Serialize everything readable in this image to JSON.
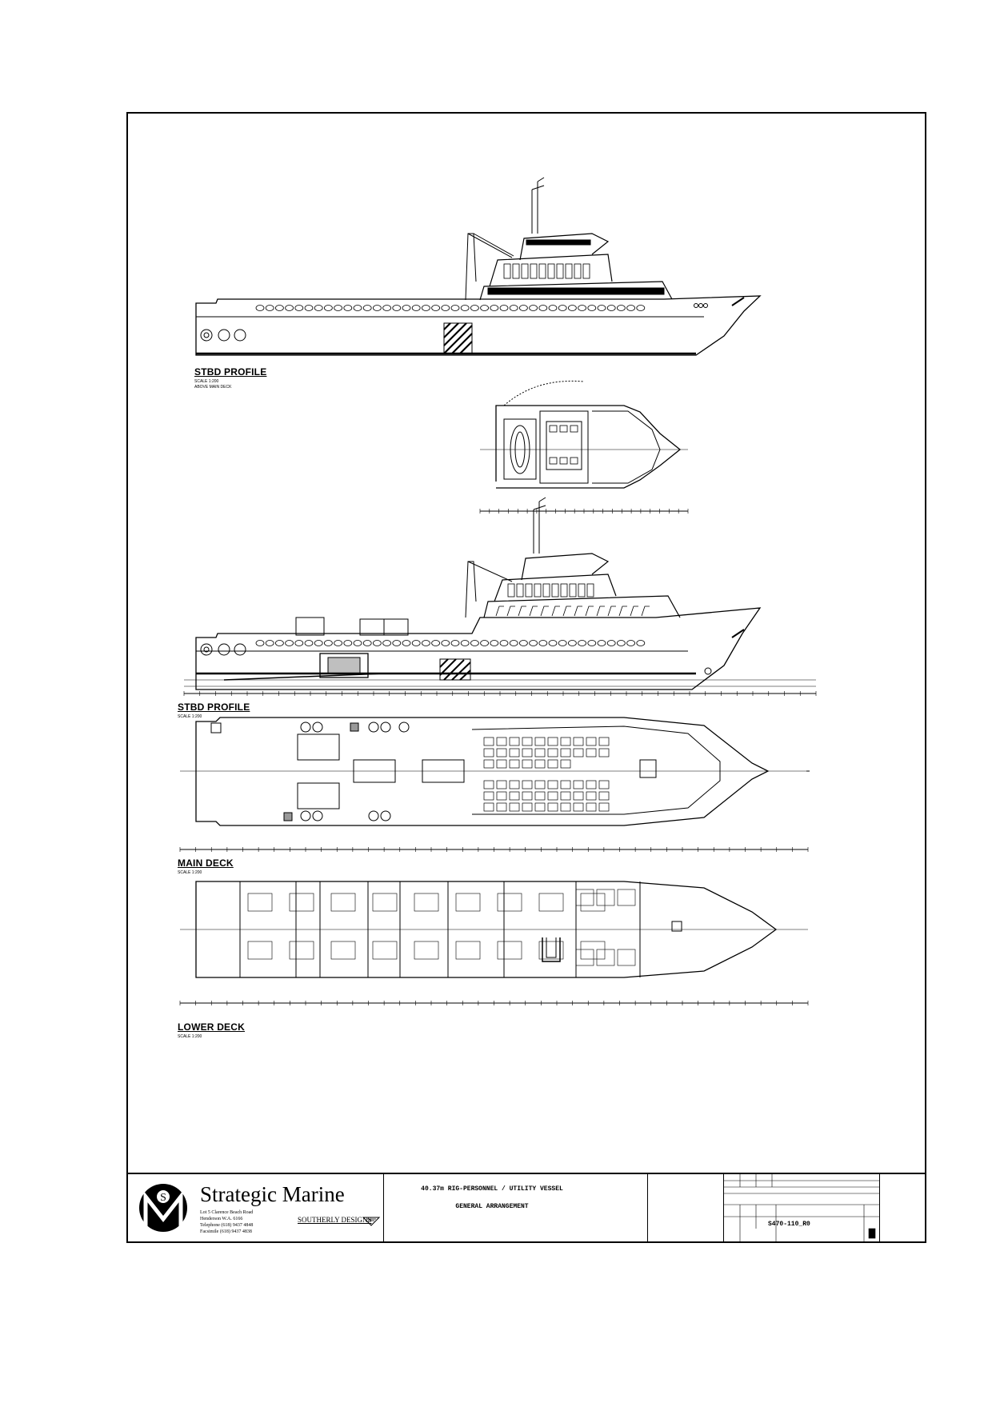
{
  "views": {
    "profile_top": {
      "title": "STBD PROFILE",
      "scale": "SCALE 1:200",
      "subnote": "ABOVE MAIN DECK"
    },
    "profile_lower": {
      "title": "STBD PROFILE",
      "scale": "SCALE 1:200"
    },
    "main_deck": {
      "title": "MAIN DECK",
      "scale": "SCALE 1:200"
    },
    "lower_deck": {
      "title": "LOWER DECK",
      "scale": "SCALE 1:200"
    }
  },
  "title_block": {
    "company": "Strategic Marine",
    "address_lines": [
      "Lot 5 Clarence Beach Road",
      "Henderson W.A. 6166",
      "Telephone (618) 9437 4848",
      "Facsimile (618) 9437 4838"
    ],
    "designer": "SOUTHERLY DESIGNS",
    "vessel_title": "40.37m RIG-PERSONNEL / UTILITY VESSEL",
    "drawing_title": "GENERAL ARRANGEMENT",
    "drawing_number": "S470-110_R0"
  },
  "colors": {
    "line": "#000000",
    "paper": "#ffffff"
  }
}
